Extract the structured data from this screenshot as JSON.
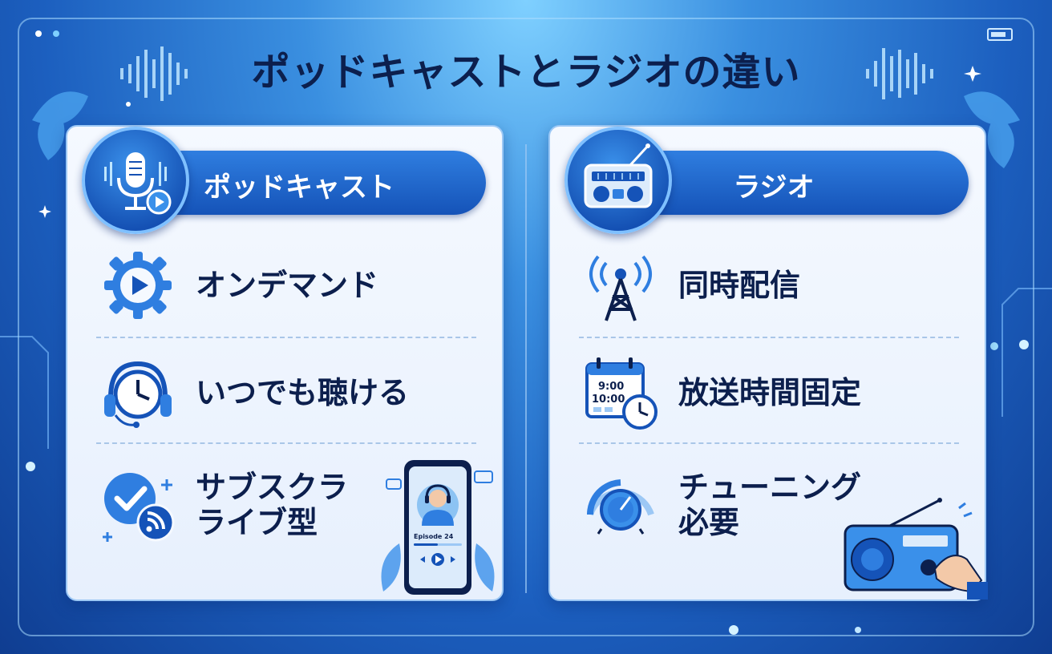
{
  "title": "ポッドキャストとラジオの違い",
  "colors": {
    "accent": "#1553b8",
    "accent_light": "#3a90ea",
    "text_dark": "#0c1f4d",
    "panel_bg": "#f5f9ff"
  },
  "podcast": {
    "heading": "ポッドキャスト",
    "heading_icon": "microphone-play-icon",
    "items": [
      {
        "label": "オンデマンド",
        "icon": "gear-play-icon"
      },
      {
        "label": "いつでも聴ける",
        "icon": "clock-headphones-icon"
      },
      {
        "label_line1": "サブスクラ",
        "label_line2": "ライブ型",
        "icon": "check-rss-icon"
      }
    ],
    "phone": {
      "episode": "Episode 24"
    }
  },
  "radio": {
    "heading": "ラジオ",
    "heading_icon": "radio-icon",
    "items": [
      {
        "label": "同時配信",
        "icon": "broadcast-tower-icon"
      },
      {
        "label": "放送時間固定",
        "icon": "calendar-clock-icon",
        "time1": "9:00",
        "time2": "10:00"
      },
      {
        "label_line1": "チューニング",
        "label_line2": "必要",
        "icon": "tuning-dial-icon"
      }
    ]
  }
}
